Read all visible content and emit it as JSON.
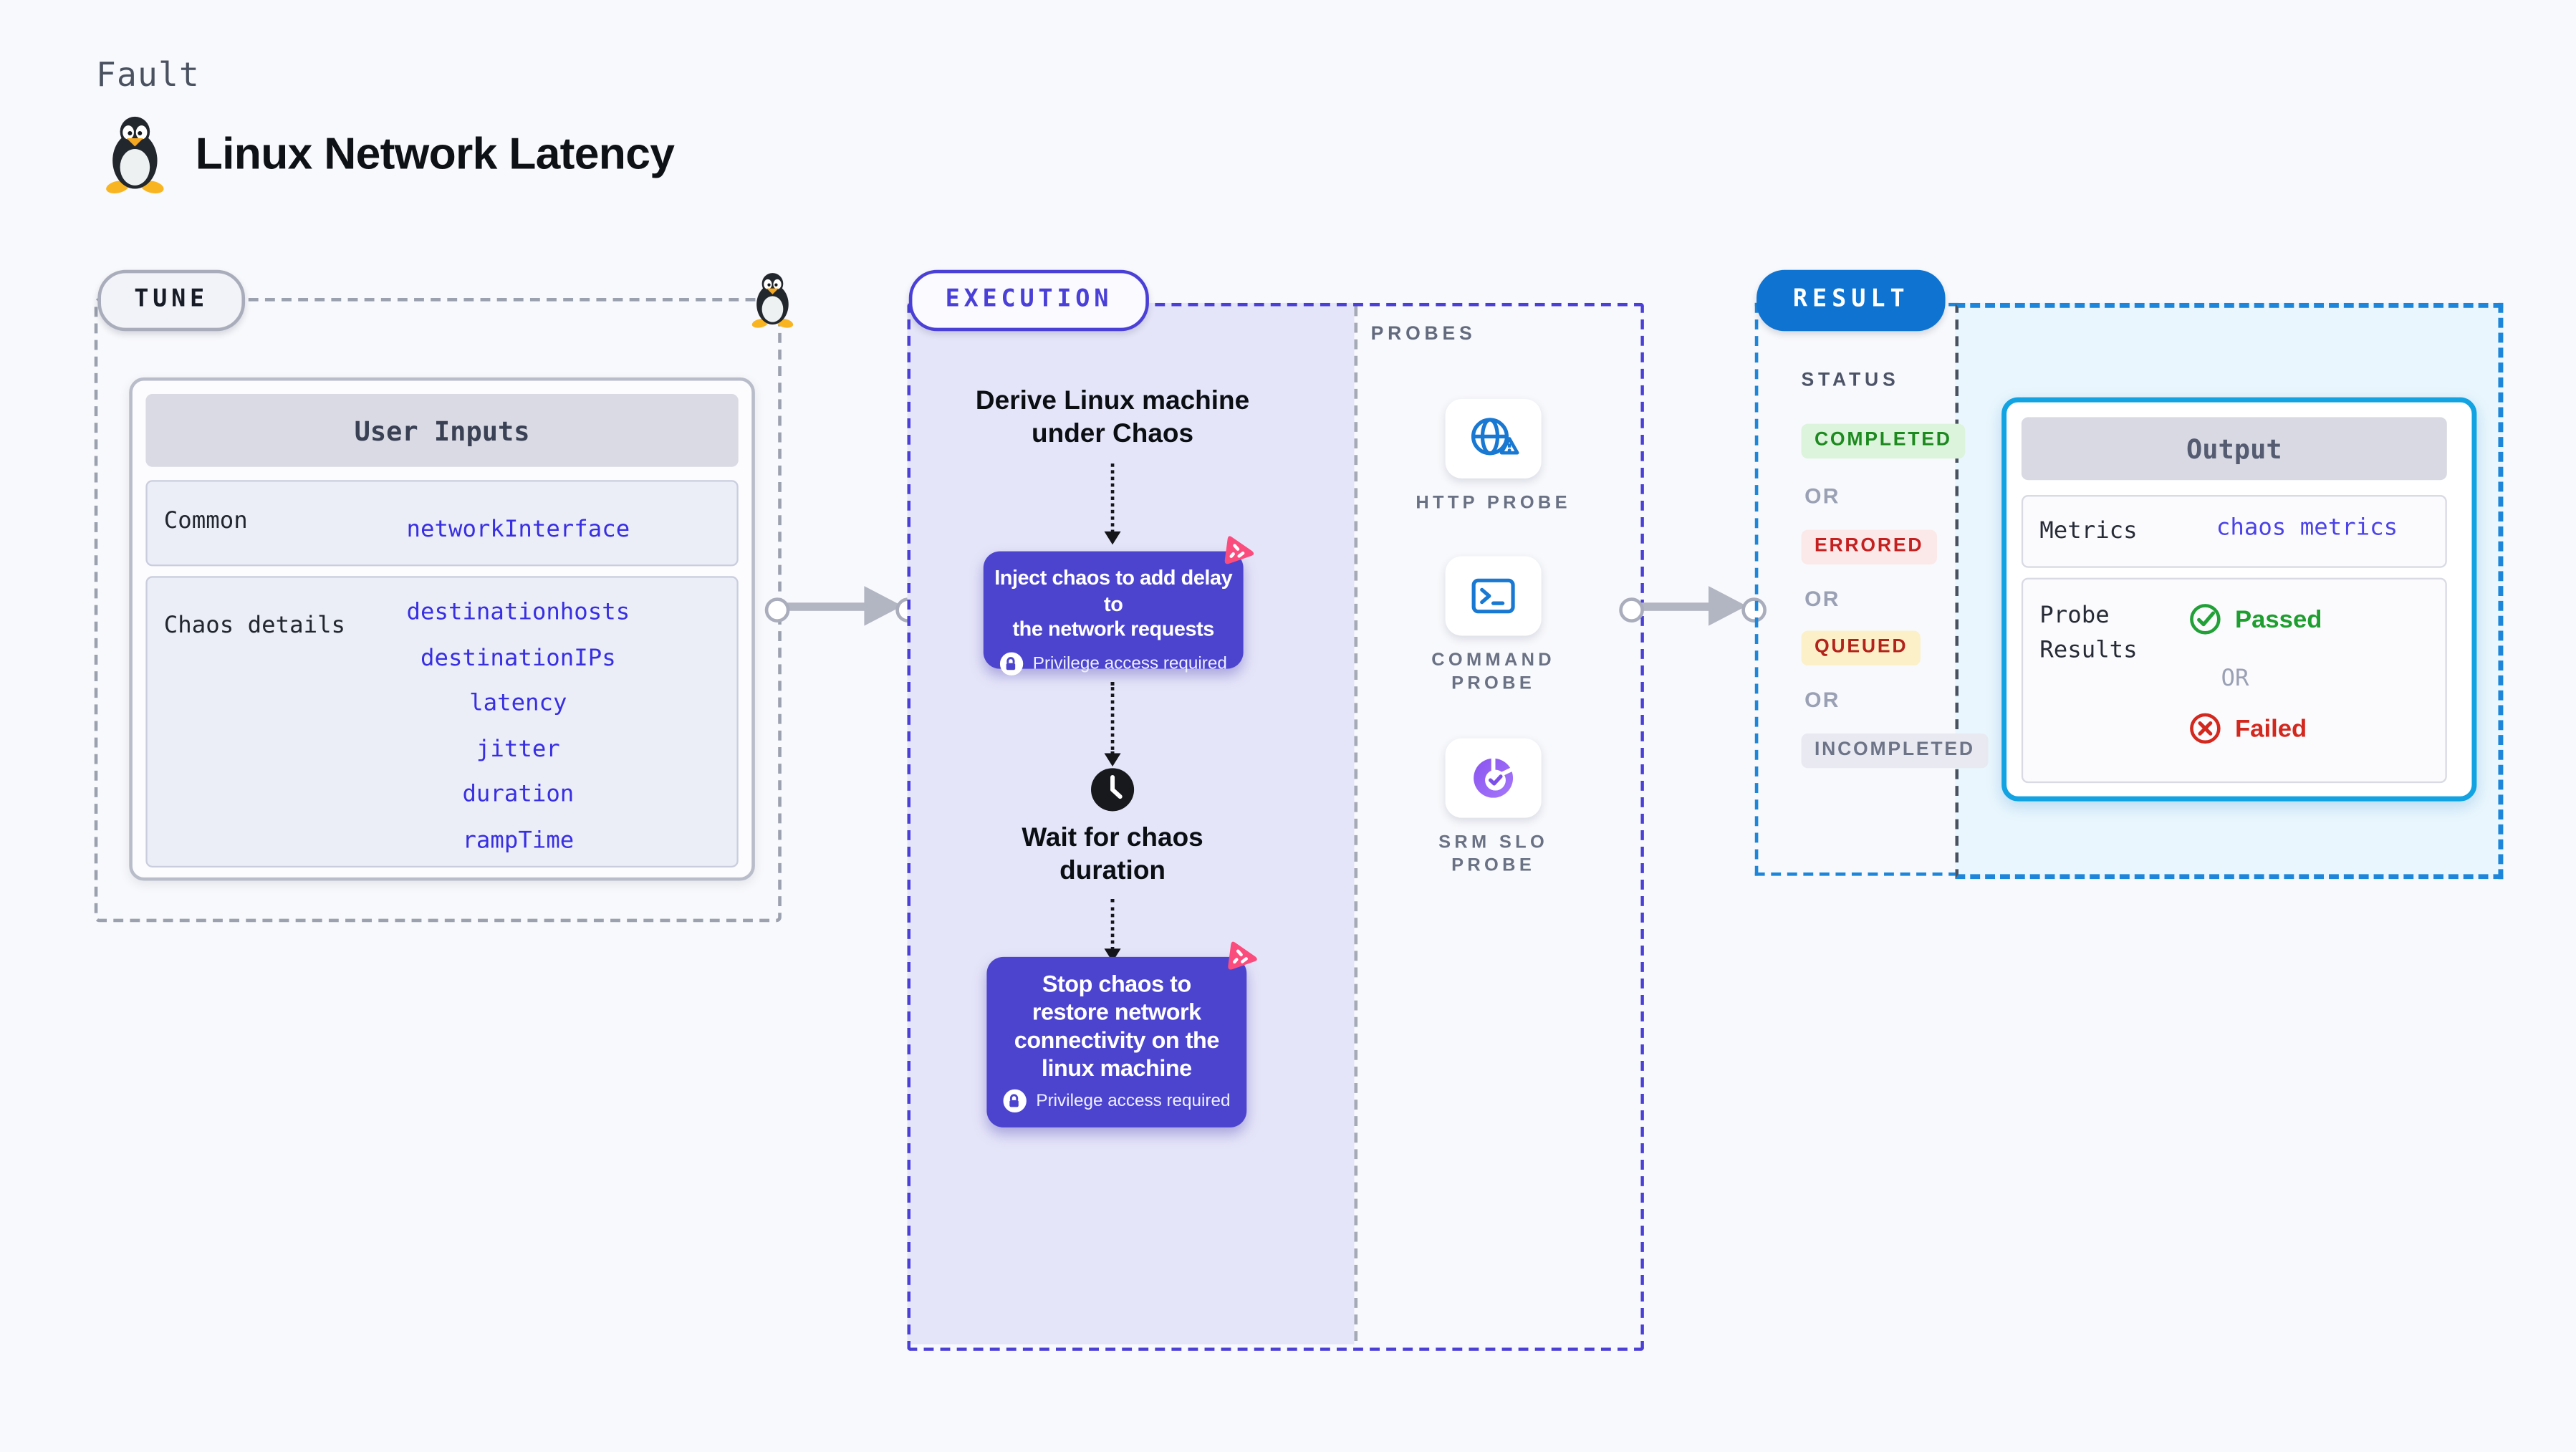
{
  "header": {
    "label": "Fault",
    "title": "Linux Network Latency"
  },
  "tune": {
    "badge": "TUNE",
    "table": {
      "header": "User Inputs",
      "rows": [
        {
          "label": "Common",
          "values": [
            "networkInterface"
          ]
        },
        {
          "label": "Chaos details",
          "values": [
            "destinationhosts",
            "destinationIPs",
            "latency",
            "jitter",
            "duration",
            "rampTime"
          ]
        }
      ]
    }
  },
  "execution": {
    "badge": "EXECUTION",
    "steps": {
      "derive": "Derive Linux machine\nunder Chaos",
      "inject": "Inject chaos to add delay to\nthe network requests",
      "wait": "Wait for chaos\nduration",
      "stop": "Stop chaos to\nrestore network\nconnectivity on the\nlinux machine"
    },
    "privilege": "Privilege access required"
  },
  "probes": {
    "header": "PROBES",
    "items": [
      {
        "label": "HTTP PROBE",
        "icon": "globe-alert-icon"
      },
      {
        "label": "COMMAND\nPROBE",
        "icon": "terminal-icon"
      },
      {
        "label": "SRM SLO\nPROBE",
        "icon": "slo-donut-icon"
      }
    ]
  },
  "result": {
    "badge": "RESULT",
    "status_header": "STATUS",
    "or": "OR",
    "statuses": [
      {
        "label": "COMPLETED",
        "bg": "#dcf3dc",
        "color": "#1d8a1f"
      },
      {
        "label": "ERRORED",
        "bg": "#fbe9e9",
        "color": "#c42020"
      },
      {
        "label": "QUEUED",
        "bg": "#fcf0c9",
        "color": "#b3231b"
      },
      {
        "label": "INCOMPLETED",
        "bg": "#e9eaf1",
        "color": "#6e7488"
      }
    ],
    "output": {
      "header": "Output",
      "metrics_label": "Metrics",
      "metrics_value": "chaos metrics",
      "probe_results_label": "Probe\nResults",
      "passed": "Passed",
      "or": "OR",
      "failed": "Failed"
    }
  },
  "colors": {
    "page_bg": "#f8f9fc",
    "lavender_bg": "#e5e5f9",
    "cyan_bg": "#e9f6fd",
    "indigo_dash": "#4a3fd6",
    "gray_dash": "#9ba1ae",
    "blue_dash": "#1d86da",
    "dark_dash": "#4a5260",
    "chaos_purple": "#4c44cf",
    "chaos_pink": "#fb4d7d",
    "result_blue": "#0f74d1",
    "probe_blue": "#1878d2",
    "value_indigo": "#382fe2",
    "passed_green": "#1f9e30",
    "failed_red": "#d2281e",
    "arrow_gray": "#b2b5c2"
  }
}
